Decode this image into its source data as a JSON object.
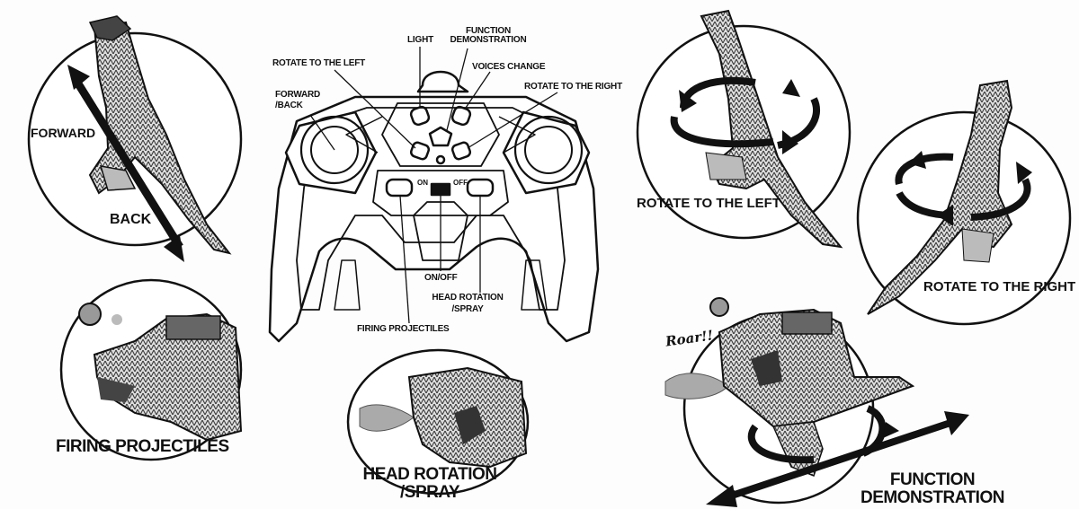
{
  "remote_labels": {
    "light": "LIGHT",
    "function_demo_line1": "FUNCTION",
    "function_demo_line2": "DEMONSTRATION",
    "rotate_left": "ROTATE TO THE LEFT",
    "voices_change": "VOICES CHANGE",
    "rotate_right": "ROTATE TO THE RIGHT",
    "forward_back_line1": "FORWARD",
    "forward_back_line2": "/BACK",
    "switch_on": "ON",
    "switch_off": "OFF",
    "on_off": "ON/OFF",
    "head_rotation_line1": "HEAD ROTATION",
    "head_rotation_line2": "/SPRAY",
    "firing_projectiles": "FIRING PROJECTILES"
  },
  "feature_panels": {
    "forward_back": {
      "forward": "FORWARD",
      "back": "BACK"
    },
    "rotate_left": {
      "caption": "ROTATE TO THE LEFT"
    },
    "rotate_right": {
      "caption": "ROTATE TO THE RIGHT"
    },
    "firing": {
      "caption": "FIRING PROJECTILES"
    },
    "head_rotation": {
      "line1": "HEAD ROTATION",
      "line2": "/SPRAY"
    },
    "function_demo": {
      "line1": "FUNCTION",
      "line2": "DEMONSTRATION",
      "roar": "Roar!!"
    }
  },
  "colors": {
    "ink": "#111111",
    "paper": "#fdfdfd",
    "shade": "#8a8a8a"
  }
}
